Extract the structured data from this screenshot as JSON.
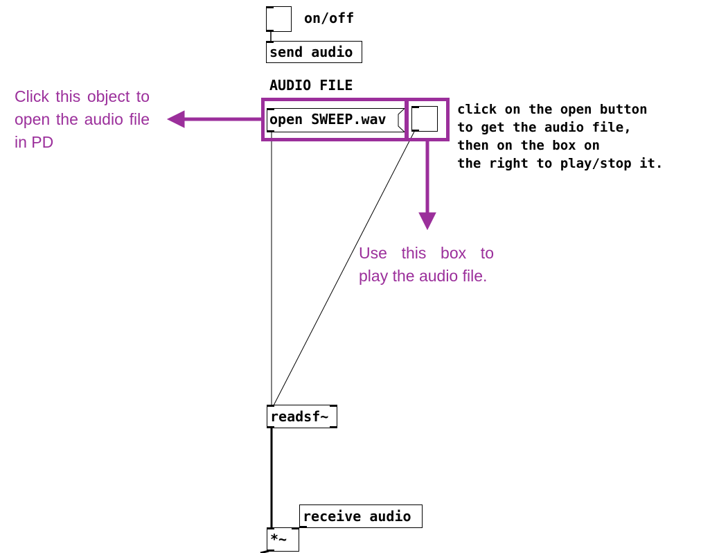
{
  "patch": {
    "toggle_label": "on/off",
    "send_msg": "send audio",
    "section_label": "AUDIO FILE",
    "open_msg": "open SWEEP.wav",
    "readsf_obj": "readsf~",
    "receive_obj": "receive audio",
    "mul_obj": "*~",
    "instructions": [
      "click on the open button",
      "to get the audio file,",
      "then on the box on",
      "the right to play/stop it."
    ]
  },
  "annotations": {
    "open_note": "Click this object to open the audio file in PD",
    "play_note": "Use this box to play the audio file."
  },
  "colors": {
    "accent": "#9b2f9b",
    "ink": "#000000",
    "background": "#ffffff"
  }
}
